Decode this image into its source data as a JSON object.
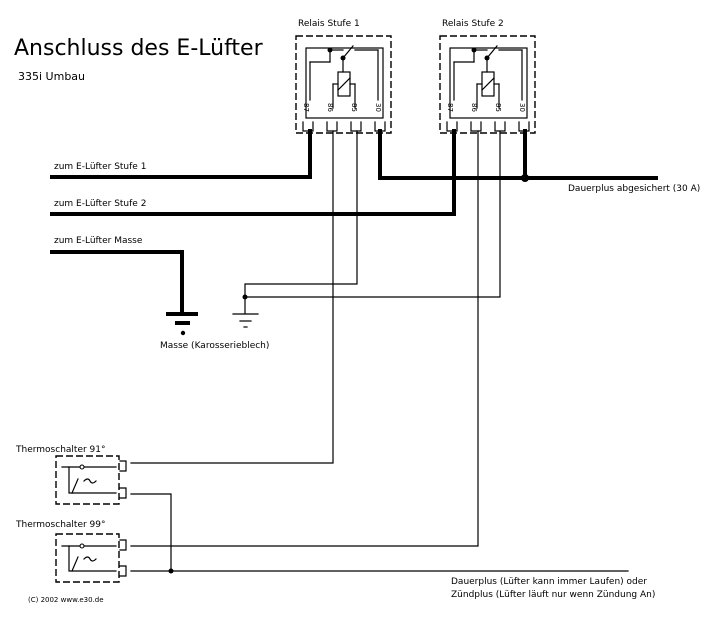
{
  "title": "Anschluss des E-Lüfter",
  "subtitle": "335i Umbau",
  "relays": [
    {
      "name": "Relais Stufe 1",
      "pins": [
        "87",
        "86",
        "85",
        "30"
      ]
    },
    {
      "name": "Relais Stufe 2",
      "pins": [
        "87",
        "86",
        "85",
        "30"
      ]
    }
  ],
  "labels": {
    "fan_stage1": "zum E-Lüfter Stufe 1",
    "fan_stage2": "zum E-Lüfter Stufe 2",
    "fan_ground": "zum E-Lüfter Masse",
    "battery": "Dauerplus abgesichert (30 A)",
    "ground": "Masse (Karosserieblech)",
    "thermo91": "Thermoschalter 91°",
    "thermo99": "Thermoschalter 99°",
    "supply_line1": "Dauerplus (Lüfter kann immer Laufen) oder",
    "supply_line2": "Zündplus (Lüfter läuft nur wenn Zündung An)",
    "copyright": "(C) 2002 www.e30.de"
  }
}
